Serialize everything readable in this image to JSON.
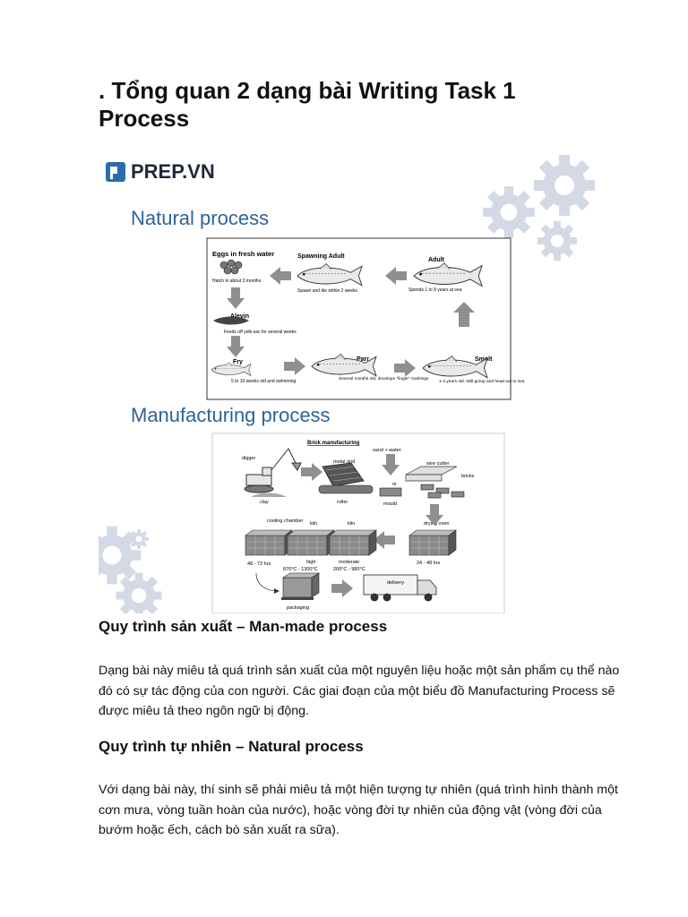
{
  "title": ". Tổng quan 2 dạng bài Writing Task 1 Process",
  "figure": {
    "brand": "PREP.VN",
    "natural_heading": "Natural process",
    "manufacturing_heading": "Manufacturing process",
    "natural_diagram": {
      "eggs": "Eggs in fresh water",
      "hatch": "Hatch in about 3 months",
      "spawning": "Spawning Adult",
      "spawn_note": "Spawn and die within 2 weeks",
      "adult": "Adult",
      "adult_note": "Spends 1 to 8 years at sea",
      "alevin": "Alevin",
      "alevin_note": "Feeds off yolk-sac for several weeks",
      "fry": "Fry",
      "fry_note": "5 to 10 weeks old and swimming",
      "parr": "Parr",
      "parr_note": "Several months old, develops \"finger\" markings",
      "smolt": "Smolt",
      "smolt_note": "1-3 years old. Will group and head out to sea"
    },
    "manufacturing_diagram": {
      "title": "Brick manufacturing",
      "digger": "digger",
      "clay": "clay",
      "metal_grid": "metal grid",
      "roller": "roller",
      "sand_water": "sand + water",
      "or": "or",
      "mould": "mould",
      "wire_cutter": "wire cutter",
      "bricks": "bricks",
      "drying_oven": "drying oven",
      "cooling_chamber": "cooling chamber",
      "kiln1": "kiln",
      "kiln2": "kiln",
      "hours1": "48 - 72 hrs",
      "high": "high",
      "high_temp": "870°C - 1300°C",
      "moderate": "moderate",
      "moderate_temp": "200°C - 980°C",
      "hours2": "24 - 48 hrs",
      "packaging": "packaging",
      "delivery": "delivery"
    }
  },
  "section1": {
    "heading": "Quy trình sản xuất – Man-made process",
    "text": "Dạng bài này miêu tả quá trình sản xuất của một nguyên liệu hoặc một sản phẩm cụ thể nào đó có sự tác động của con người. Các giai đoạn của một biểu đồ Manufacturing Process sẽ được miêu tả theo ngôn ngữ bị động."
  },
  "section2": {
    "heading": "Quy trình tự nhiên – Natural process",
    "text": "Với dạng bài này, thí sinh sẽ phải miêu tả một hiện tượng tự nhiên (quá trình hình thành một cơn mưa, vòng tuần hoàn của nước), hoặc vòng đời tự nhiên của động vật (vòng đời của bướm hoặc ếch, cách bò sản xuất ra sữa)."
  },
  "colors": {
    "brand_blue": "#2b6cb0",
    "heading_blue": "#2e6496",
    "gear_gray": "#cfd6e4",
    "arrow_gray": "#9a9a9a"
  }
}
